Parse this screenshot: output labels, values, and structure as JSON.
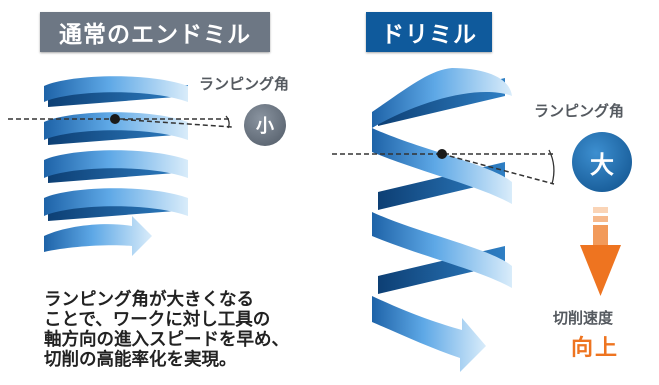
{
  "left_panel": {
    "title": "通常のエンドミル",
    "ramping_label": "ランピング角",
    "badge": "小"
  },
  "right_panel": {
    "title": "ドリミル",
    "ramping_label": "ランピング角",
    "badge": "大",
    "cutting_speed_label": "切削速度",
    "result_label": "向上"
  },
  "description": [
    "ランピング角が大きくなる",
    "ことで、ワークに対し工具の",
    "軸方向の進入スピードを早め、",
    "切削の高能率化を実現。"
  ],
  "colors": {
    "left_title_bg": "#6d7784",
    "right_title_bg": "#0f5a9c",
    "helix_blue": "#2f7fc4",
    "arrow_orange": "#ee7420"
  }
}
